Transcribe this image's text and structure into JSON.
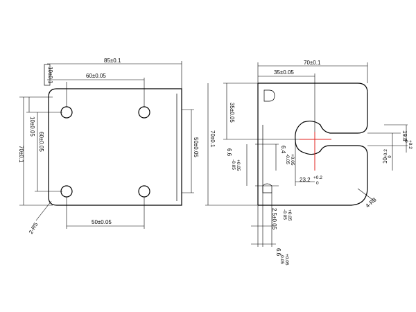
{
  "left_view": {
    "dims": {
      "total_width": "85±0.1",
      "hole_spacing_top": "60±0.05",
      "hole_spacing_bottom": "50±0.05",
      "top_offset": "10±0.1",
      "left_offset": "10±0.05",
      "vertical_hole_spacing": "60±0.05",
      "height": "70±0.1",
      "right_vertical": "50±0.05",
      "corner_radius": "2-R5"
    }
  },
  "right_view": {
    "dims": {
      "width": "70±0.1",
      "top_offset": "35±0.05",
      "upper_height": "35±0.05",
      "height": "70±0.1",
      "slot_width": "23.2",
      "slot_width_tol_upper": "+0.2",
      "slot_width_tol_lower": "0",
      "slot_height_a": "10",
      "slot_height_a_tol_upper": "+0.2",
      "slot_height_a_tol_lower": "0",
      "slot_height_b": "19.8",
      "slot_height_b_tol_upper": "+0.2",
      "slot_height_b_tol_lower": "0",
      "lip_a": "6.4",
      "lip_a_tol_upper": "+0.05",
      "lip_a_tol_lower": "-0.05",
      "lip_b": "6.6",
      "lip_b_tol_upper": "+0.05",
      "lip_b_tol_lower": "-0.05",
      "lip_c": "6.6",
      "lip_c_tol_upper": "+0.05",
      "lip_c_tol_lower": "-0.05",
      "thickness": "2.5±0.05",
      "corner_radius": "4-R8"
    }
  }
}
